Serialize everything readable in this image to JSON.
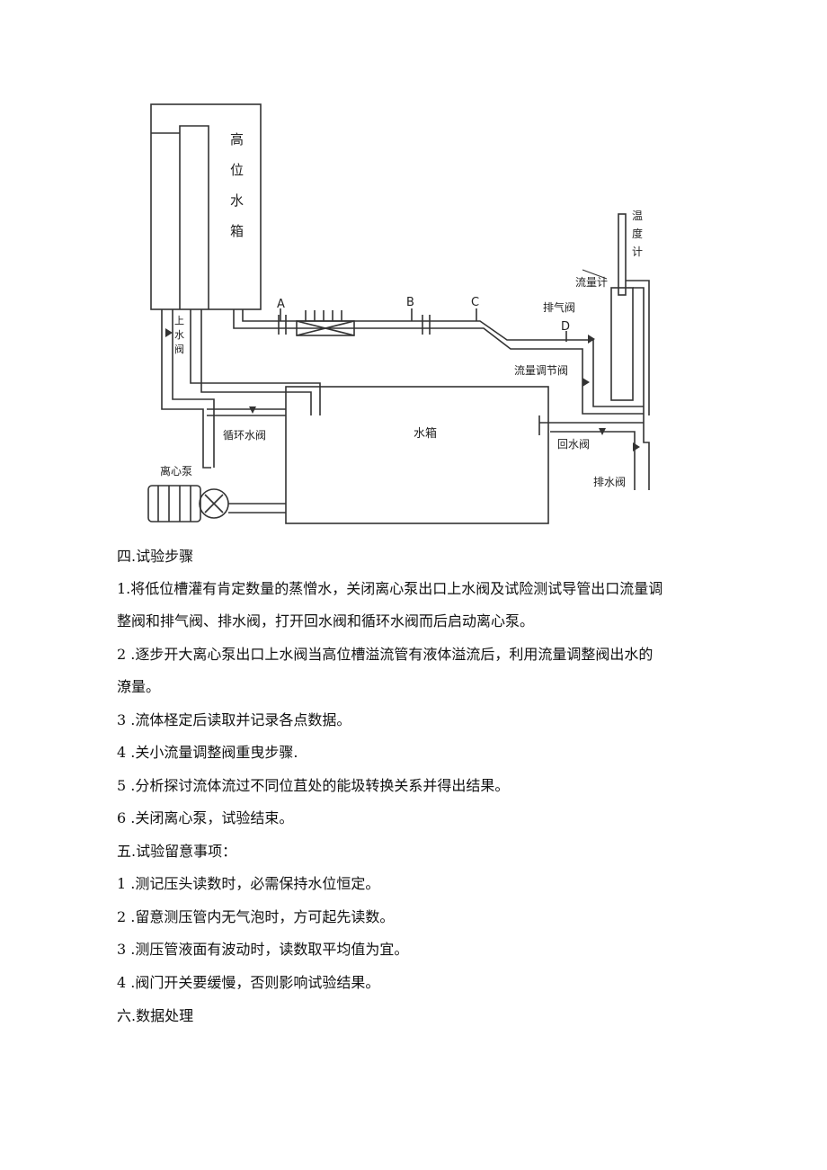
{
  "diagram": {
    "high_tank_chars": [
      "高",
      "位",
      "水",
      "箱"
    ],
    "thermometer_chars": [
      "温",
      "度",
      "计"
    ],
    "upper_valve_chars": [
      "上",
      "水",
      "阀"
    ],
    "water_tank": "水箱",
    "points": [
      "A",
      "B",
      "C",
      "D"
    ],
    "flowmeter": "流量计",
    "vent_valve": "排气阀",
    "flow_control_valve": "流量调节阀",
    "return_valve": "回水阀",
    "drain_valve": "排水阀",
    "circulation_valve": "循环水阀",
    "centrifugal_pump": "离心泵"
  },
  "section4": {
    "heading": "四.试验步骤",
    "step1_line1": "1.将低位槽灌有肯定数量的蒸憎水，关闭离心泵出口上水阀及试险测试导管出口流量调",
    "step1_line2": "整阀和排气阀、排水阀，打开回水阀和循环水阀而后启动离心泵。",
    "step2_line1": "2 .逐步开大离心泵出口上水阀当高位槽溢流管有液体溢流后，利用流量调整阀出水的",
    "step2_line2": "潦量。",
    "step3": "3 .流体柽定后读取并记录各点数据。",
    "step4": "4 .关小流量调整阀重曳步骤.",
    "step5": "5 .分析探讨流体流过不同位苴处的能圾转换关系并得出结果。",
    "step6": "6 .关闭离心泵，试验结束。"
  },
  "section5": {
    "heading": "五.试验留意事项：",
    "item1": "1 .测记压头读数时，必需保持水位恒定。",
    "item2": "2 .留意测压管内无气泡时，方可起先读数。",
    "item3": "3 .测压管液面有波动时，读数取平均值为宜。",
    "item4": "4 .阀门开关要缓慢，否则影响试验结果。"
  },
  "section6": {
    "heading": "六.数据处理"
  }
}
